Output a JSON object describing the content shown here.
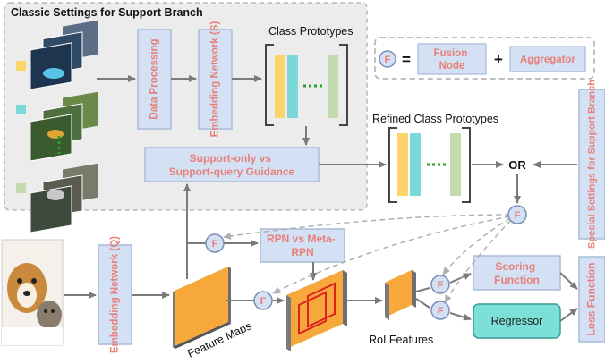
{
  "support_region": {
    "title": "Classic Settings for Support Branch"
  },
  "boxes": {
    "data_processing": "Data Processing",
    "embedding_s": "Embedding Network (S)",
    "support_guidance": [
      "Support-only vs",
      "Support-query Guidance"
    ],
    "rpn": [
      "RPN vs Meta-",
      "RPN"
    ],
    "embedding_q": "Embedding Network (Q)",
    "scoring": [
      "Scoring",
      "Function"
    ],
    "regressor": "Regressor",
    "loss": "Loss Function",
    "special_settings": "Special Settings for Support Branch"
  },
  "labels": {
    "class_prototypes": "Class Prototypes",
    "refined_class_prototypes": "Refined Class Prototypes",
    "or": "OR",
    "feature_maps": "Feature Maps",
    "roi_features": "RoI Features"
  },
  "legend": {
    "fusion_symbol": "F",
    "equals": "=",
    "fusion_node": [
      "Fusion",
      "Node"
    ],
    "plus": "+",
    "aggregator": "Aggregator"
  },
  "fusion_node_letter": "F",
  "colors": {
    "box_fill": "#d4e0f4",
    "box_border": "#a8bcd8",
    "box_text": "#e8807a",
    "arrow": "#7a7a7a",
    "dashed": "#b0b0b0",
    "region_fill": "#ececec",
    "proto_yellow": "#fbd46a",
    "proto_cyan": "#7ad8d8",
    "proto_green": "#c2dcb0",
    "feature_orange": "#f7a83a",
    "regressor_fill": "#7ce0d8",
    "roi_red": "#dd2222"
  }
}
